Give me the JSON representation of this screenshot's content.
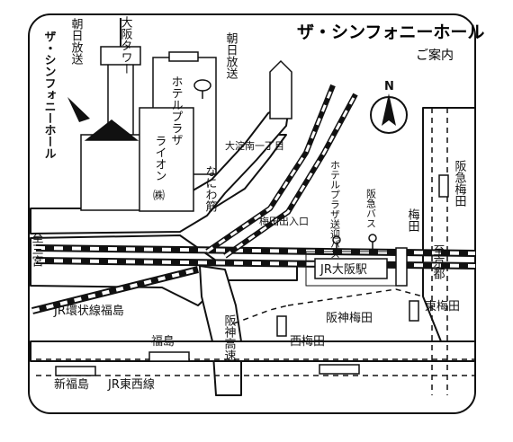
{
  "title": "ザ・シンフォニーホール",
  "subtitle": "ご案内",
  "compass": "N",
  "landmarks": {
    "symphony_hall": "ザ・シンフォニーホール",
    "asahi_hoso_left": "朝日放送",
    "osaka_tower": "大阪タワー",
    "asahi_hoso_right": "朝日放送",
    "hotel_plaza": "ホテルプラザ",
    "lion": "ライオン",
    "lion_kabu": "㈱",
    "oyodo": "大淀南一丁目",
    "hotel_plaza_shuttle": "ホテルプラザ送迎バス",
    "hankyu_bus": "阪急バス",
    "umeda_exit": "梅田出入口",
    "jr_osaka": "JR大阪駅",
    "umeda": "梅田",
    "hankyu_umeda": "阪急梅田",
    "to_kyoto": "至京都",
    "to_sannomiya": "至三宮",
    "higashi_umeda": "東梅田",
    "naniwa_suji": "なにわ筋",
    "jr_loop_fukushima": "JR環状線福島",
    "hanshin_umeda": "阪神梅田",
    "nishi_umeda": "西梅田",
    "hanshin_highway": "阪神高速",
    "fukushima": "福島",
    "shin_fukushima": "新福島",
    "jr_tozai": "JR東西線"
  }
}
